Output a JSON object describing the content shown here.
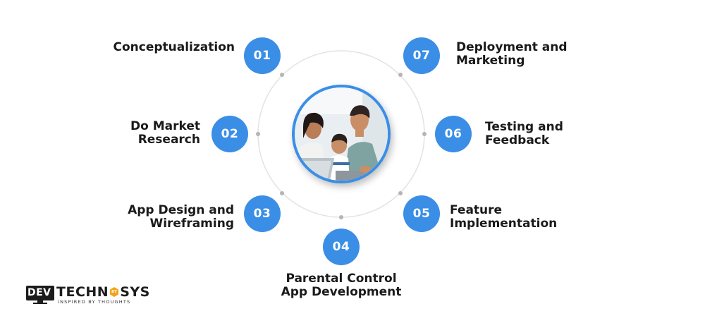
{
  "steps": [
    {
      "number": "01",
      "lines": [
        "Conceptualization"
      ]
    },
    {
      "number": "02",
      "lines": [
        "Do Market",
        "Research"
      ]
    },
    {
      "number": "03",
      "lines": [
        "App Design and",
        "Wireframing"
      ]
    },
    {
      "number": "04",
      "lines": [
        "Parental Control",
        "App Development"
      ]
    },
    {
      "number": "05",
      "lines": [
        "Feature",
        "Implementation"
      ]
    },
    {
      "number": "06",
      "lines": [
        "Testing and",
        "Feedback"
      ]
    },
    {
      "number": "07",
      "lines": [
        "Deployment and",
        "Marketing"
      ]
    }
  ],
  "logo": {
    "dev": "DEV",
    "main_left": "TECHN",
    "main_right": "SYS",
    "hex_letters": "BY",
    "tagline": "INSPIRED BY THOUGHTS"
  },
  "colors": {
    "accent": "#3a8ee6",
    "ring": "#e3e3e3",
    "text": "#1a1a1a"
  },
  "icons": {
    "center_image": "family-at-laptop-photo",
    "logo_mark": "dev-monitor-icon"
  }
}
